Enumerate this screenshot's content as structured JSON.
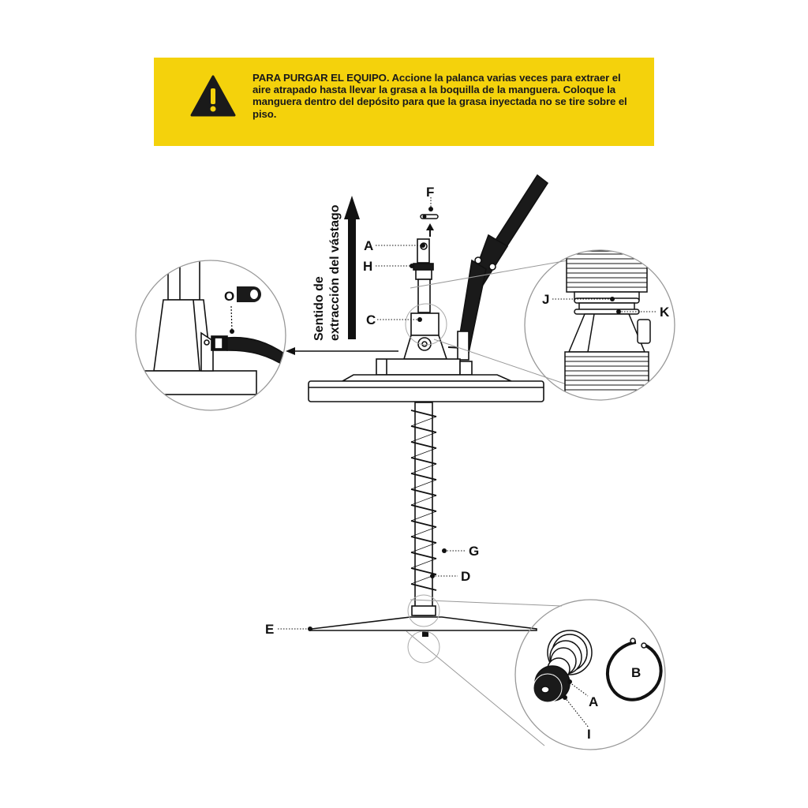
{
  "warning": {
    "lead": "PARA PURGAR EL EQUIPO.",
    "body": "Accione la palanca varias veces para extraer el aire atrapado hasta llevar la grasa a la boquilla de la manguera. Coloque la manguera dentro del depósito para que la grasa inyectada no se tire sobre el piso.",
    "icon": "warning-triangle-icon",
    "color": "#f4d20c"
  },
  "direction_label": {
    "line1": "Sentido de",
    "line2": "extracción del vástago"
  },
  "part_labels": {
    "A_top": "A",
    "F": "F",
    "H": "H",
    "C": "C",
    "O": "O",
    "J": "J",
    "K": "K",
    "G": "G",
    "D": "D",
    "E": "E",
    "B": "B",
    "A_bottom": "A",
    "I": "I"
  }
}
